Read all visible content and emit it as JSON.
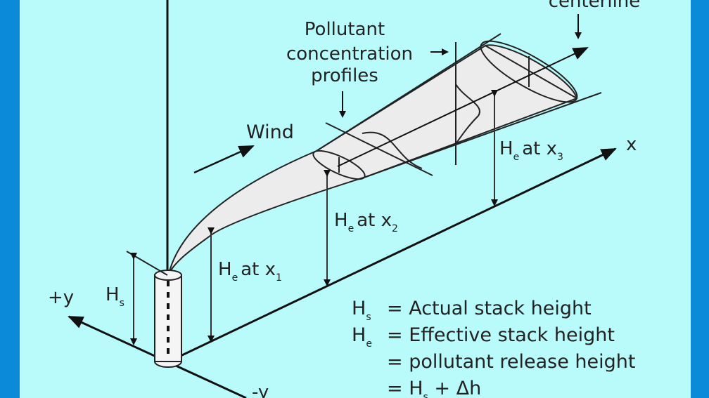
{
  "labels": {
    "centerline": "centerline",
    "profiles_1": "Pollutant",
    "profiles_2": "concentration",
    "profiles_3": "profiles",
    "wind": "Wind",
    "x_axis": "x",
    "plus_y": "+y",
    "minus_y": "-y",
    "hs": "H",
    "hs_sub": "s",
    "he_x1": {
      "h": "H",
      "sub": "e",
      "at": "at x",
      "xsub": "1"
    },
    "he_x2": {
      "h": "H",
      "sub": "e",
      "at": "at x",
      "xsub": "2"
    },
    "he_x3": {
      "h": "H",
      "sub": "e",
      "at": "at x",
      "xsub": "3"
    }
  },
  "legend": [
    {
      "sym": "H",
      "sub": "s",
      "text": "= Actual stack height"
    },
    {
      "sym": "H",
      "sub": "e",
      "text": "= Effective stack height"
    },
    {
      "sym": "",
      "sub": "",
      "text": "= pollutant release height"
    },
    {
      "sym": "",
      "sub": "",
      "text": "= H",
      "tail_sub": "s",
      "tail": " + Δh"
    }
  ],
  "colors": {
    "background": "#b9fbfb",
    "frame": "#0a8ad8",
    "plume": "#ececec"
  }
}
